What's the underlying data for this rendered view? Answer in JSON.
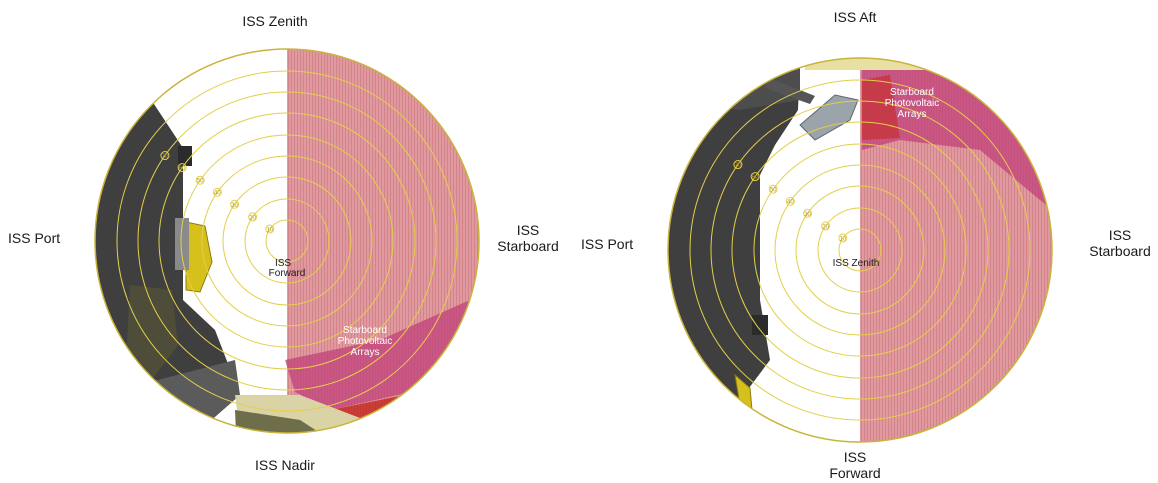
{
  "figures": [
    {
      "id": "forward",
      "labels": {
        "top": "ISS Zenith",
        "left": "ISS Port",
        "right": [
          "ISS",
          "Starboard"
        ],
        "bottom": "ISS Nadir",
        "center": [
          "ISS",
          "Forward"
        ],
        "arrays": [
          "Starboard",
          "Photovoltaic",
          "Arrays"
        ]
      },
      "ring_values": [
        "10",
        "20",
        "30",
        "40",
        "50",
        "60",
        "70",
        "80",
        "90"
      ]
    },
    {
      "id": "zenith",
      "labels": {
        "top": "ISS Aft",
        "left": "ISS Port",
        "right": [
          "ISS",
          "Starboard"
        ],
        "bottom": [
          "ISS",
          "Forward"
        ],
        "center": "ISS Zenith",
        "arrays": [
          "Starboard",
          "Photovoltaic",
          "Arrays"
        ]
      },
      "ring_values": [
        "10",
        "20",
        "30",
        "40",
        "50",
        "60",
        "70",
        "80",
        "90"
      ]
    }
  ],
  "colors": {
    "sky": "#ffffff",
    "rings": "#e3cf4a",
    "rim": "#c9b43a",
    "array_fill": "#de9a9e",
    "array_band": "#c2407a",
    "array_red": "#c4261c",
    "structure_dark": "#3f3f3f",
    "structure_mid": "#5b5b5b",
    "panel_tan": "#d9d3a6",
    "panel_olive": "#6e6e4a",
    "radiator_yellow": "#d6c11c"
  }
}
